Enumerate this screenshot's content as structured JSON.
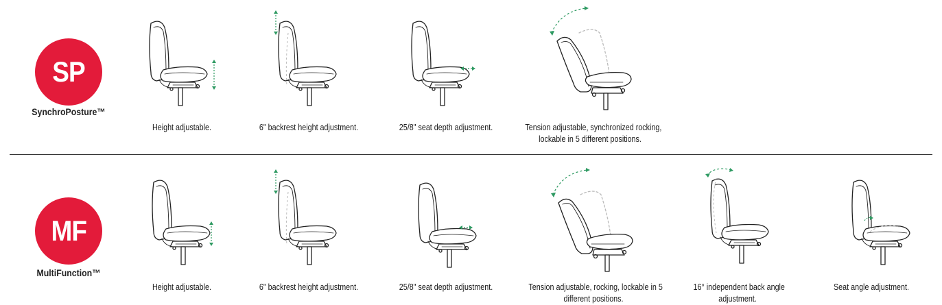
{
  "series": [
    {
      "badge": "SP",
      "name": "SynchroPosture™",
      "features": [
        {
          "icon": "chair-height-icon",
          "caption": [
            "Height adjustable."
          ]
        },
        {
          "icon": "chair-backrest-height-icon",
          "caption": [
            "6\" backrest height adjustment."
          ]
        },
        {
          "icon": "chair-seat-depth-icon",
          "caption": [
            "25/8\" seat depth adjustment."
          ]
        },
        {
          "icon": "chair-tension-rocking-icon",
          "caption": [
            "Tension adjustable, synchronized rocking,",
            "lockable in 5 different positions."
          ]
        }
      ]
    },
    {
      "badge": "MF",
      "name": "MultiFunction™",
      "features": [
        {
          "icon": "chair-height-icon",
          "caption": [
            "Height adjustable."
          ]
        },
        {
          "icon": "chair-backrest-height-icon",
          "caption": [
            "6\" backrest height adjustment."
          ]
        },
        {
          "icon": "chair-seat-depth-icon",
          "caption": [
            "25/8\" seat depth adjustment."
          ]
        },
        {
          "icon": "chair-tension-rocking-icon",
          "caption": [
            "Tension adjustable, rocking, lockable in 5",
            "different positions."
          ]
        },
        {
          "icon": "chair-back-angle-icon",
          "caption": [
            "16° independent back angle",
            "adjustment."
          ]
        },
        {
          "icon": "chair-seat-angle-icon",
          "caption": [
            "Seat angle adjustment."
          ]
        }
      ]
    }
  ],
  "colors": {
    "badge": "#e31b3a",
    "arrow": "#2e9a62",
    "line": "#222222"
  }
}
